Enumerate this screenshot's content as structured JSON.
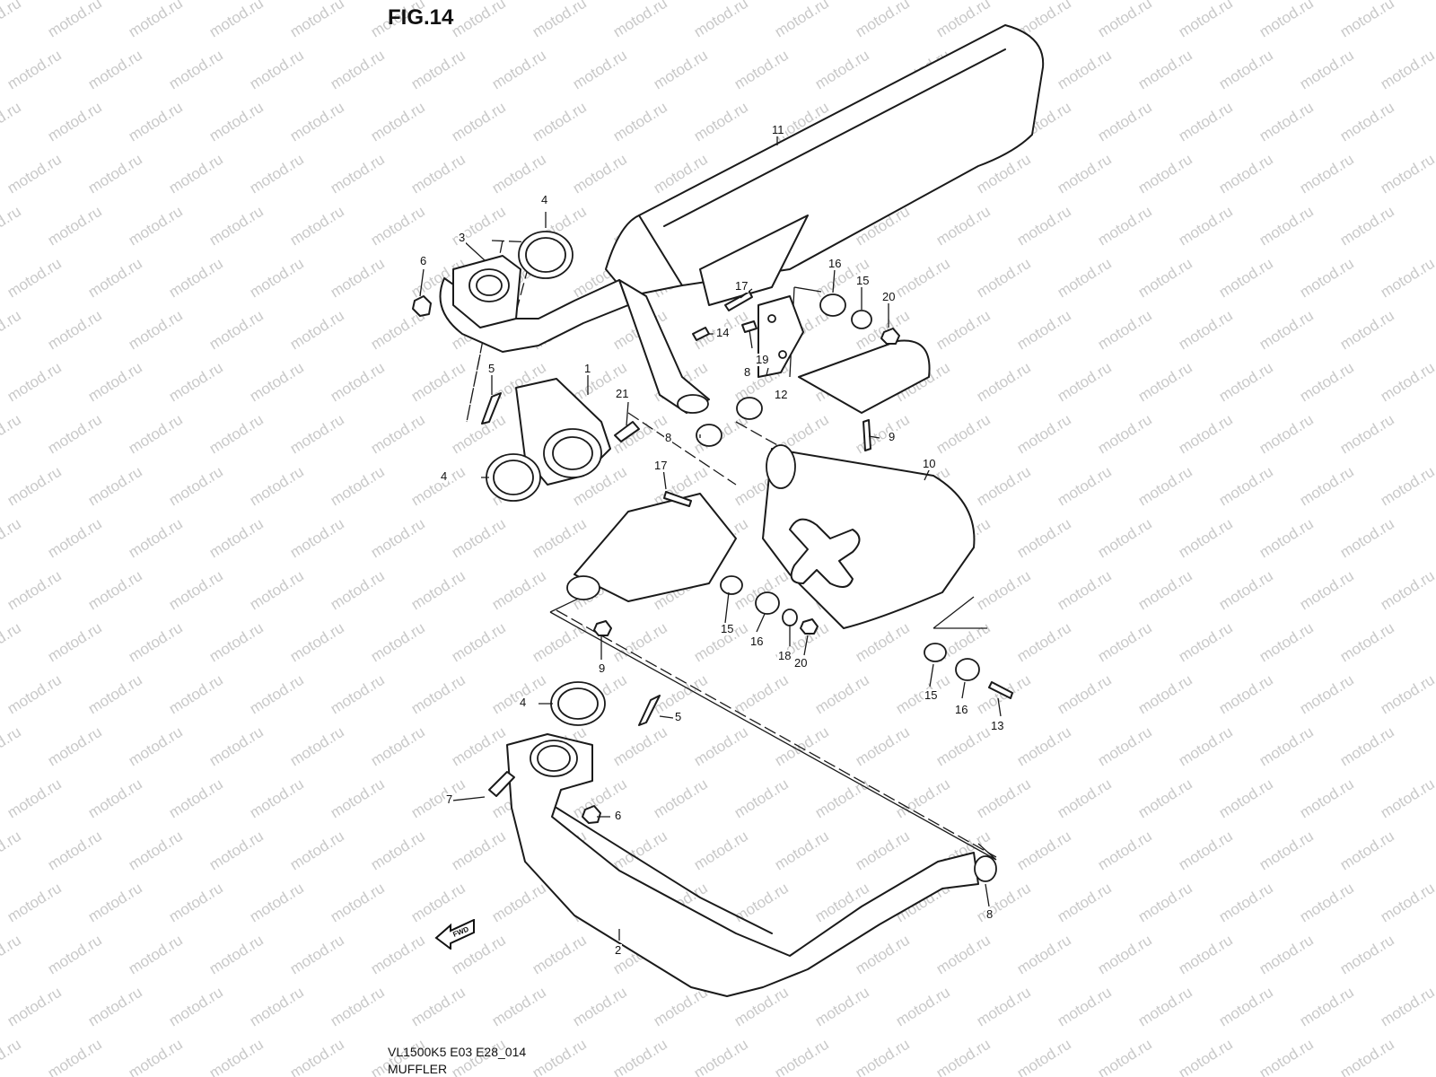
{
  "figure_title": "FIG.14",
  "watermark": "motod.ru",
  "caption_code": "VL1500K5 E03 E28_014",
  "caption_name": "MUFFLER",
  "fwd_label": "FWD",
  "callouts": [
    {
      "id": "11a",
      "text": "11"
    },
    {
      "id": "4a",
      "text": "4"
    },
    {
      "id": "3a",
      "text": "3"
    },
    {
      "id": "6a",
      "text": "6"
    },
    {
      "id": "16a",
      "text": "16"
    },
    {
      "id": "15a",
      "text": "15"
    },
    {
      "id": "20a",
      "text": "20"
    },
    {
      "id": "17a",
      "text": "17"
    },
    {
      "id": "14a",
      "text": "14"
    },
    {
      "id": "19a",
      "text": "19"
    },
    {
      "id": "5a",
      "text": "5"
    },
    {
      "id": "1a",
      "text": "1"
    },
    {
      "id": "21a",
      "text": "21"
    },
    {
      "id": "8a",
      "text": "8"
    },
    {
      "id": "12a",
      "text": "12"
    },
    {
      "id": "8b",
      "text": "8"
    },
    {
      "id": "9a",
      "text": "9"
    },
    {
      "id": "4b",
      "text": "4"
    },
    {
      "id": "17b",
      "text": "17"
    },
    {
      "id": "10a",
      "text": "10"
    },
    {
      "id": "15b",
      "text": "15"
    },
    {
      "id": "16b",
      "text": "16"
    },
    {
      "id": "18a",
      "text": "18"
    },
    {
      "id": "20b",
      "text": "20"
    },
    {
      "id": "9b",
      "text": "9"
    },
    {
      "id": "15c",
      "text": "15"
    },
    {
      "id": "16c",
      "text": "16"
    },
    {
      "id": "13a",
      "text": "13"
    },
    {
      "id": "4c",
      "text": "4"
    },
    {
      "id": "5b",
      "text": "5"
    },
    {
      "id": "7a",
      "text": "7"
    },
    {
      "id": "6b",
      "text": "6"
    },
    {
      "id": "8c",
      "text": "8"
    },
    {
      "id": "2a",
      "text": "2"
    }
  ]
}
